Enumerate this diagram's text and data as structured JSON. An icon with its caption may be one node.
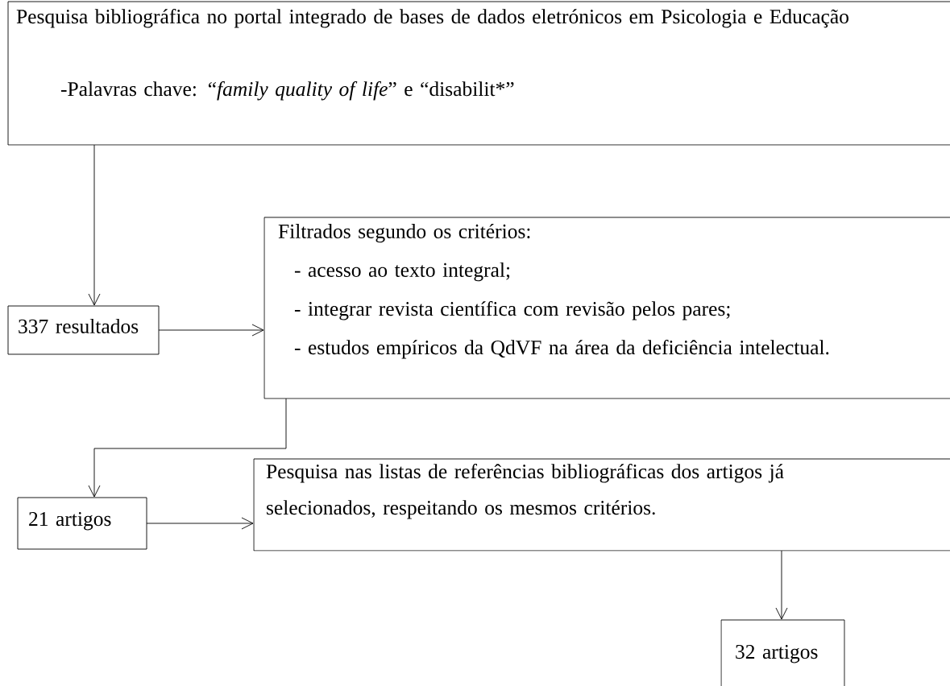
{
  "diagram": {
    "nodes": [
      {
        "text": [
          "Pesquisa bibliográfica no portal integrado de bases de dados eletrónicos em Psicologia e Educação",
          "-Palavras chave: “*family quality of life*” e “disabilit*”"
        ]
      },
      {
        "text": [
          "337 resultados"
        ]
      },
      {
        "text": [
          "Filtrados segundo os critérios:",
          "- acesso ao texto integral;",
          "- integrar revista científica com revisão pelos pares;",
          "- estudos empíricos da QdVF na área da deficiência intelectual."
        ]
      },
      {
        "text": [
          "21 artigos"
        ]
      },
      {
        "text": [
          "Pesquisa nas listas de referências bibliográficas dos artigos  já selecionados, respeitando os mesmos critérios."
        ]
      },
      {
        "text": [
          "32 artigos"
        ]
      }
    ],
    "edges": [
      {
        "from": 0,
        "to": 1,
        "arrow": "to"
      },
      {
        "from": 1,
        "to": 2,
        "arrow": "to"
      },
      {
        "from": 2,
        "to": 3,
        "arrow": "to"
      },
      {
        "from": 3,
        "to": 4,
        "arrow": "to"
      },
      {
        "from": 4,
        "to": 5,
        "arrow": "to"
      }
    ]
  }
}
